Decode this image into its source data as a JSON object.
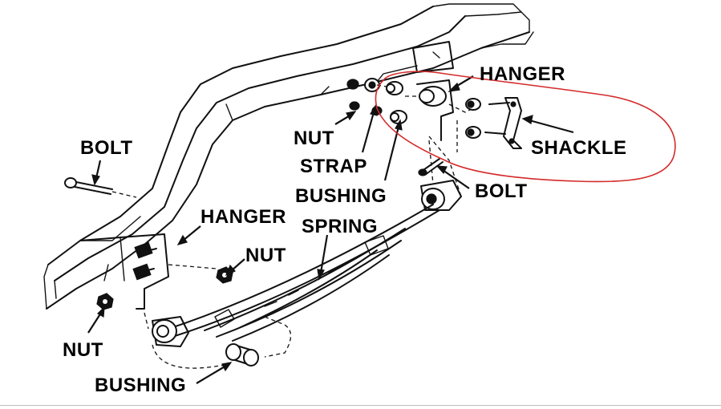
{
  "labels": {
    "hanger_top": "HANGER",
    "shackle": "SHACKLE",
    "nut_top": "NUT",
    "strap": "STRAP",
    "bushing_top": "BUSHING",
    "bolt_right": "BOLT",
    "bolt_left": "BOLT",
    "hanger_left": "HANGER",
    "spring": "SPRING",
    "nut_mid": "NUT",
    "nut_bottom": "NUT",
    "bushing_bottom": "BUSHING"
  },
  "colors": {
    "ink": "#111111",
    "annotation_circle": "#d42a2a",
    "background": "#ffffff"
  }
}
